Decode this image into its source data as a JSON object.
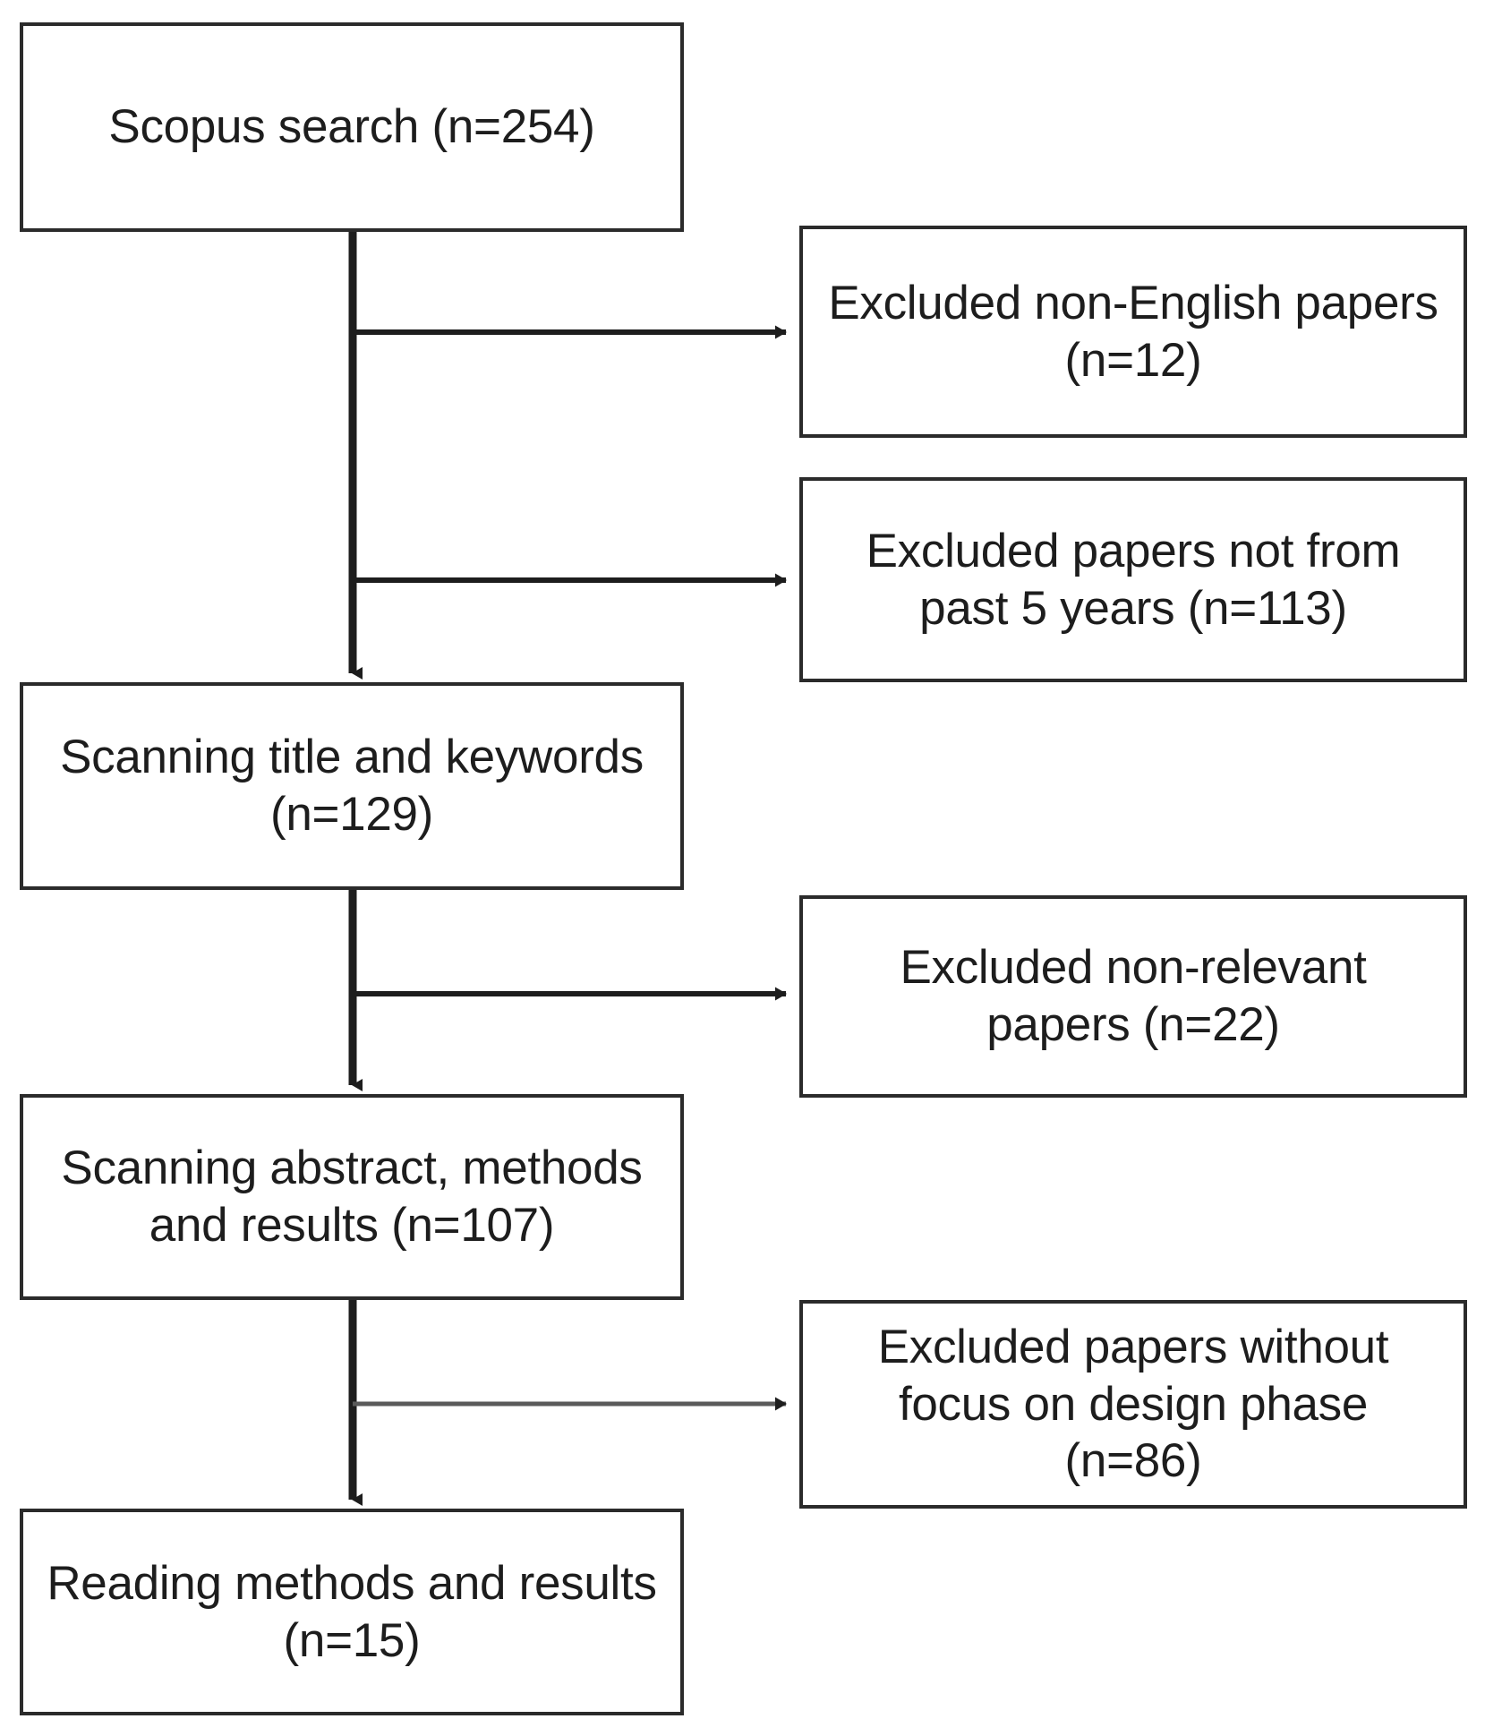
{
  "diagram": {
    "type": "flowchart",
    "title": "Literature search and screening flow",
    "orientation": "top-to-bottom with right-side exclusion branches",
    "colors": {
      "stroke": "#2b2b2b",
      "fill": "#ffffff",
      "text": "#1d1d1d"
    },
    "nodes": {
      "scopus": "Scopus search (n=254)",
      "excluded_non_english": "Excluded non-English papers\n(n=12)",
      "excluded_past5": "Excluded papers not from\npast 5 years (n=113)",
      "scanning_title": "Scanning title and keywords\n(n=129)",
      "excluded_non_relevant": "Excluded non-relevant\npapers (n=22)",
      "scanning_abstract": "Scanning abstract, methods\nand results (n=107)",
      "excluded_no_focus": "Excluded papers without\nfocus on design phase\n(n=86)",
      "reading": "Reading methods and results\n(n=15)"
    },
    "counts": {
      "scopus": 254,
      "excluded_non_english": 12,
      "excluded_past5": 113,
      "scanning_title": 129,
      "excluded_non_relevant": 22,
      "scanning_abstract": 107,
      "excluded_no_focus": 86,
      "reading": 15
    },
    "edges": [
      {
        "from": "scopus",
        "to": "excluded_non_english",
        "kind": "branch-right"
      },
      {
        "from": "scopus",
        "to": "excluded_past5",
        "kind": "branch-right"
      },
      {
        "from": "scopus",
        "to": "scanning_title",
        "kind": "down"
      },
      {
        "from": "scanning_title",
        "to": "excluded_non_relevant",
        "kind": "branch-right"
      },
      {
        "from": "scanning_title",
        "to": "scanning_abstract",
        "kind": "down"
      },
      {
        "from": "scanning_abstract",
        "to": "excluded_no_focus",
        "kind": "branch-right"
      },
      {
        "from": "scanning_abstract",
        "to": "reading",
        "kind": "down"
      }
    ]
  }
}
